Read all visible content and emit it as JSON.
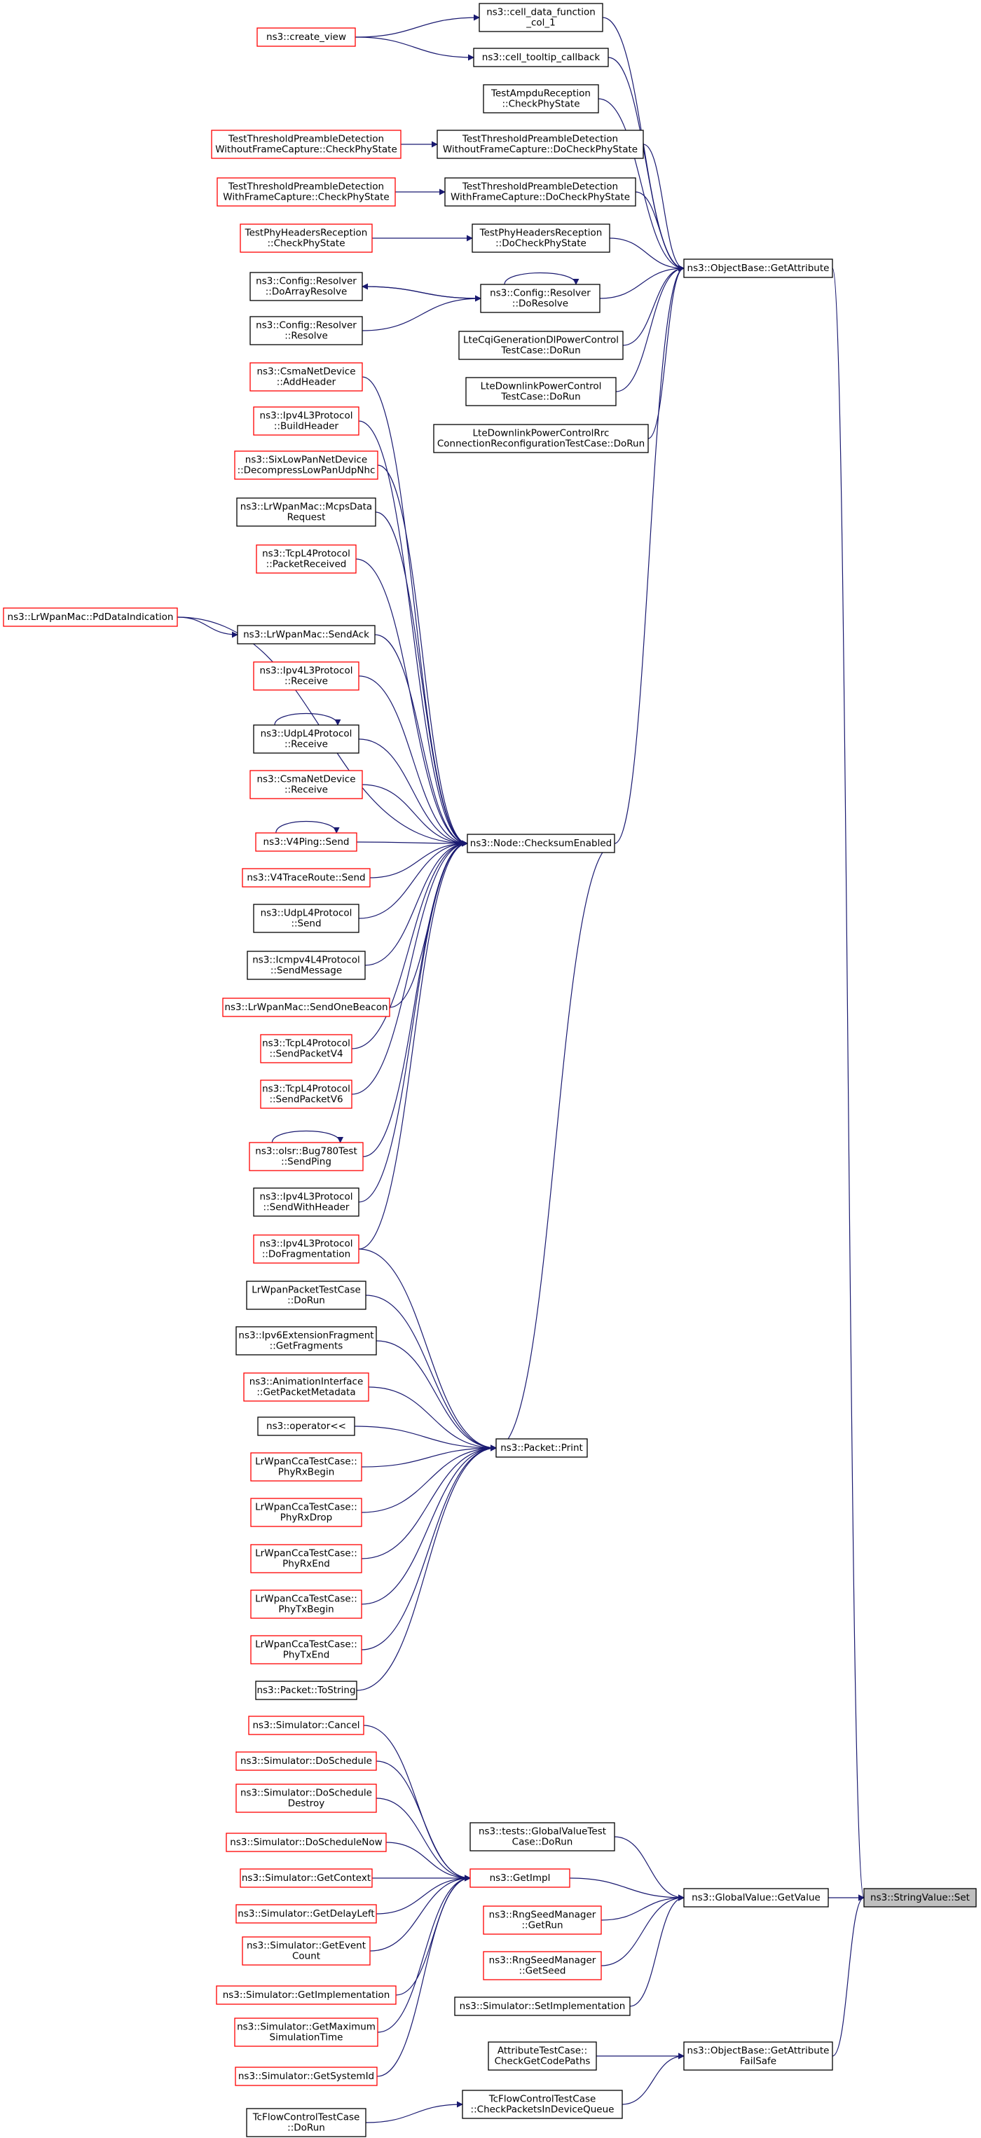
{
  "colors": {
    "edge": "#191970",
    "border": "#000000",
    "border_incomplete": "#ff0000",
    "root_fill": "#bfbfbf"
  },
  "nodes": [
    {
      "id": "stringset",
      "lines": [
        "ns3::StringValue::Set"
      ],
      "style": "root"
    },
    {
      "id": "getattr",
      "lines": [
        "ns3::ObjectBase::GetAttribute"
      ],
      "style": "black"
    },
    {
      "id": "gvgetvalue",
      "lines": [
        "ns3::GlobalValue::GetValue"
      ],
      "style": "black"
    },
    {
      "id": "getattrfs",
      "lines": [
        "ns3::ObjectBase::GetAttribute",
        "FailSafe"
      ],
      "style": "black"
    },
    {
      "id": "celldata",
      "lines": [
        "ns3::cell_data_function",
        "_col_1"
      ],
      "style": "black"
    },
    {
      "id": "celltooltip",
      "lines": [
        "ns3::cell_tooltip_callback"
      ],
      "style": "black"
    },
    {
      "id": "createview",
      "lines": [
        "ns3::create_view"
      ],
      "style": "red"
    },
    {
      "id": "ampdu",
      "lines": [
        "TestAmpduReception",
        "::CheckPhyState"
      ],
      "style": "black"
    },
    {
      "id": "tpdwo_do",
      "lines": [
        "TestThresholdPreambleDetection",
        "WithoutFrameCapture::DoCheckPhyState"
      ],
      "style": "black"
    },
    {
      "id": "tpdwo",
      "lines": [
        "TestThresholdPreambleDetection",
        "WithoutFrameCapture::CheckPhyState"
      ],
      "style": "red"
    },
    {
      "id": "tpdw_do",
      "lines": [
        "TestThresholdPreambleDetection",
        "WithFrameCapture::DoCheckPhyState"
      ],
      "style": "black"
    },
    {
      "id": "tpdw",
      "lines": [
        "TestThresholdPreambleDetection",
        "WithFrameCapture::CheckPhyState"
      ],
      "style": "red"
    },
    {
      "id": "phyhdr_do",
      "lines": [
        "TestPhyHeadersReception",
        "::DoCheckPhyState"
      ],
      "style": "black"
    },
    {
      "id": "phyhdr",
      "lines": [
        "TestPhyHeadersReception",
        "::CheckPhyState"
      ],
      "style": "red"
    },
    {
      "id": "doresolve",
      "lines": [
        "ns3::Config::Resolver",
        "::DoResolve"
      ],
      "style": "black"
    },
    {
      "id": "doarrayresolve",
      "lines": [
        "ns3::Config::Resolver",
        "::DoArrayResolve"
      ],
      "style": "black"
    },
    {
      "id": "resolve",
      "lines": [
        "ns3::Config::Resolver",
        "::Resolve"
      ],
      "style": "black"
    },
    {
      "id": "ltecqi",
      "lines": [
        "LteCqiGenerationDlPowerControl",
        "TestCase::DoRun"
      ],
      "style": "black"
    },
    {
      "id": "ltedl",
      "lines": [
        "LteDownlinkPowerControl",
        "TestCase::DoRun"
      ],
      "style": "black"
    },
    {
      "id": "ltedlrrc",
      "lines": [
        "LteDownlinkPowerControlRrc",
        "ConnectionReconfigurationTestCase::DoRun"
      ],
      "style": "black"
    },
    {
      "id": "checksum",
      "lines": [
        "ns3::Node::ChecksumEnabled"
      ],
      "style": "black"
    },
    {
      "id": "csmaadd",
      "lines": [
        "ns3::CsmaNetDevice",
        "::AddHeader"
      ],
      "style": "red"
    },
    {
      "id": "ipv4build",
      "lines": [
        "ns3::Ipv4L3Protocol",
        "::BuildHeader"
      ],
      "style": "red"
    },
    {
      "id": "sixlow",
      "lines": [
        "ns3::SixLowPanNetDevice",
        "::DecompressLowPanUdpNhc"
      ],
      "style": "red"
    },
    {
      "id": "mcps",
      "lines": [
        "ns3::LrWpanMac::McpsData",
        "Request"
      ],
      "style": "black"
    },
    {
      "id": "tcprecv",
      "lines": [
        "ns3::TcpL4Protocol",
        "::PacketReceived"
      ],
      "style": "red"
    },
    {
      "id": "pdind",
      "lines": [
        "ns3::LrWpanMac::PdDataIndication"
      ],
      "style": "red"
    },
    {
      "id": "sendack",
      "lines": [
        "ns3::LrWpanMac::SendAck"
      ],
      "style": "black"
    },
    {
      "id": "ipv4recv",
      "lines": [
        "ns3::Ipv4L3Protocol",
        "::Receive"
      ],
      "style": "red"
    },
    {
      "id": "udprecv",
      "lines": [
        "ns3::UdpL4Protocol",
        "::Receive"
      ],
      "style": "black"
    },
    {
      "id": "csmarecv",
      "lines": [
        "ns3::CsmaNetDevice",
        "::Receive"
      ],
      "style": "red"
    },
    {
      "id": "v4ping",
      "lines": [
        "ns3::V4Ping::Send"
      ],
      "style": "red"
    },
    {
      "id": "v4trace",
      "lines": [
        "ns3::V4TraceRoute::Send"
      ],
      "style": "red"
    },
    {
      "id": "udpsend",
      "lines": [
        "ns3::UdpL4Protocol",
        "::Send"
      ],
      "style": "black"
    },
    {
      "id": "icmp",
      "lines": [
        "ns3::Icmpv4L4Protocol",
        "::SendMessage"
      ],
      "style": "black"
    },
    {
      "id": "beacon",
      "lines": [
        "ns3::LrWpanMac::SendOneBeacon"
      ],
      "style": "red"
    },
    {
      "id": "tcpv4",
      "lines": [
        "ns3::TcpL4Protocol",
        "::SendPacketV4"
      ],
      "style": "red"
    },
    {
      "id": "tcpv6",
      "lines": [
        "ns3::TcpL4Protocol",
        "::SendPacketV6"
      ],
      "style": "red"
    },
    {
      "id": "olsr",
      "lines": [
        "ns3::olsr::Bug780Test",
        "::SendPing"
      ],
      "style": "red"
    },
    {
      "id": "ipv4sendhdr",
      "lines": [
        "ns3::Ipv4L3Protocol",
        "::SendWithHeader"
      ],
      "style": "black"
    },
    {
      "id": "ipv4frag",
      "lines": [
        "ns3::Ipv4L3Protocol",
        "::DoFragmentation"
      ],
      "style": "red"
    },
    {
      "id": "print",
      "lines": [
        "ns3::Packet::Print"
      ],
      "style": "black"
    },
    {
      "id": "lrwpkt",
      "lines": [
        "LrWpanPacketTestCase",
        "::DoRun"
      ],
      "style": "black"
    },
    {
      "id": "ipv6frag",
      "lines": [
        "ns3::Ipv6ExtensionFragment",
        "::GetFragments"
      ],
      "style": "black"
    },
    {
      "id": "anim",
      "lines": [
        "ns3::AnimationInterface",
        "::GetPacketMetadata"
      ],
      "style": "red"
    },
    {
      "id": "oplt",
      "lines": [
        "ns3::operator<<"
      ],
      "style": "black"
    },
    {
      "id": "cca_rxbegin",
      "lines": [
        "LrWpanCcaTestCase::",
        "PhyRxBegin"
      ],
      "style": "red"
    },
    {
      "id": "cca_rxdrop",
      "lines": [
        "LrWpanCcaTestCase::",
        "PhyRxDrop"
      ],
      "style": "red"
    },
    {
      "id": "cca_rxend",
      "lines": [
        "LrWpanCcaTestCase::",
        "PhyRxEnd"
      ],
      "style": "red"
    },
    {
      "id": "cca_txbegin",
      "lines": [
        "LrWpanCcaTestCase::",
        "PhyTxBegin"
      ],
      "style": "red"
    },
    {
      "id": "cca_txend",
      "lines": [
        "LrWpanCcaTestCase::",
        "PhyTxEnd"
      ],
      "style": "red"
    },
    {
      "id": "tostring",
      "lines": [
        "ns3::Packet::ToString"
      ],
      "style": "black"
    },
    {
      "id": "getimpl",
      "lines": [
        "ns3::GetImpl"
      ],
      "style": "red"
    },
    {
      "id": "simcancel",
      "lines": [
        "ns3::Simulator::Cancel"
      ],
      "style": "red"
    },
    {
      "id": "simdosched",
      "lines": [
        "ns3::Simulator::DoSchedule"
      ],
      "style": "red"
    },
    {
      "id": "simdoschedd",
      "lines": [
        "ns3::Simulator::DoSchedule",
        "Destroy"
      ],
      "style": "red"
    },
    {
      "id": "simdoschednow",
      "lines": [
        "ns3::Simulator::DoScheduleNow"
      ],
      "style": "red"
    },
    {
      "id": "simctx",
      "lines": [
        "ns3::Simulator::GetContext"
      ],
      "style": "red"
    },
    {
      "id": "simdelay",
      "lines": [
        "ns3::Simulator::GetDelayLeft"
      ],
      "style": "red"
    },
    {
      "id": "simevcount",
      "lines": [
        "ns3::Simulator::GetEvent",
        "Count"
      ],
      "style": "red"
    },
    {
      "id": "simimpl",
      "lines": [
        "ns3::Simulator::GetImplementation"
      ],
      "style": "red"
    },
    {
      "id": "simmax",
      "lines": [
        "ns3::Simulator::GetMaximum",
        "SimulationTime"
      ],
      "style": "red"
    },
    {
      "id": "simsysid",
      "lines": [
        "ns3::Simulator::GetSystemId"
      ],
      "style": "red"
    },
    {
      "id": "gvtest",
      "lines": [
        "ns3::tests::GlobalValueTest",
        "Case::DoRun"
      ],
      "style": "black"
    },
    {
      "id": "rngrun",
      "lines": [
        "ns3::RngSeedManager",
        "::GetRun"
      ],
      "style": "red"
    },
    {
      "id": "rngseed",
      "lines": [
        "ns3::RngSeedManager",
        "::GetSeed"
      ],
      "style": "red"
    },
    {
      "id": "simsetimpl",
      "lines": [
        "ns3::Simulator::SetImplementation"
      ],
      "style": "black"
    },
    {
      "id": "attrtest",
      "lines": [
        "AttributeTestCase::",
        "CheckGetCodePaths"
      ],
      "style": "black"
    },
    {
      "id": "tcflow",
      "lines": [
        "TcFlowControlTestCase",
        "::CheckPacketsInDeviceQueue"
      ],
      "style": "black"
    },
    {
      "id": "tcflowrun",
      "lines": [
        "TcFlowControlTestCase",
        "::DoRun"
      ],
      "style": "black"
    }
  ],
  "edges": [
    [
      "getattr",
      "stringset"
    ],
    [
      "gvgetvalue",
      "stringset"
    ],
    [
      "getattrfs",
      "stringset"
    ],
    [
      "celldata",
      "getattr"
    ],
    [
      "celltooltip",
      "getattr"
    ],
    [
      "createview",
      "celldata"
    ],
    [
      "createview",
      "celltooltip"
    ],
    [
      "ampdu",
      "getattr"
    ],
    [
      "tpdwo_do",
      "getattr"
    ],
    [
      "tpdwo",
      "tpdwo_do"
    ],
    [
      "tpdw_do",
      "getattr"
    ],
    [
      "tpdw",
      "tpdw_do"
    ],
    [
      "phyhdr_do",
      "getattr"
    ],
    [
      "phyhdr",
      "phyhdr_do"
    ],
    [
      "doresolve",
      "getattr"
    ],
    [
      "doresolve",
      "doresolve"
    ],
    [
      "doresolve",
      "doarrayresolve"
    ],
    [
      "doarrayresolve",
      "doresolve"
    ],
    [
      "resolve",
      "doresolve"
    ],
    [
      "ltecqi",
      "getattr"
    ],
    [
      "ltedl",
      "getattr"
    ],
    [
      "ltedlrrc",
      "getattr"
    ],
    [
      "checksum",
      "getattr"
    ],
    [
      "csmaadd",
      "checksum"
    ],
    [
      "ipv4build",
      "checksum"
    ],
    [
      "sixlow",
      "checksum"
    ],
    [
      "mcps",
      "checksum"
    ],
    [
      "tcprecv",
      "checksum"
    ],
    [
      "pdind",
      "checksum"
    ],
    [
      "pdind",
      "sendack"
    ],
    [
      "sendack",
      "checksum"
    ],
    [
      "ipv4recv",
      "checksum"
    ],
    [
      "udprecv",
      "checksum"
    ],
    [
      "udprecv",
      "udprecv"
    ],
    [
      "csmarecv",
      "checksum"
    ],
    [
      "v4ping",
      "checksum"
    ],
    [
      "v4ping",
      "v4ping"
    ],
    [
      "v4trace",
      "checksum"
    ],
    [
      "udpsend",
      "checksum"
    ],
    [
      "icmp",
      "checksum"
    ],
    [
      "beacon",
      "checksum"
    ],
    [
      "tcpv4",
      "checksum"
    ],
    [
      "tcpv6",
      "checksum"
    ],
    [
      "olsr",
      "checksum"
    ],
    [
      "olsr",
      "olsr"
    ],
    [
      "ipv4sendhdr",
      "checksum"
    ],
    [
      "ipv4frag",
      "checksum"
    ],
    [
      "print",
      "checksum"
    ],
    [
      "ipv4frag",
      "print"
    ],
    [
      "lrwpkt",
      "print"
    ],
    [
      "ipv6frag",
      "print"
    ],
    [
      "anim",
      "print"
    ],
    [
      "oplt",
      "print"
    ],
    [
      "cca_rxbegin",
      "print"
    ],
    [
      "cca_rxdrop",
      "print"
    ],
    [
      "cca_rxend",
      "print"
    ],
    [
      "cca_txbegin",
      "print"
    ],
    [
      "cca_txend",
      "print"
    ],
    [
      "tostring",
      "print"
    ],
    [
      "getimpl",
      "gvgetvalue"
    ],
    [
      "simcancel",
      "getimpl"
    ],
    [
      "simdosched",
      "getimpl"
    ],
    [
      "simdoschedd",
      "getimpl"
    ],
    [
      "simdoschednow",
      "getimpl"
    ],
    [
      "simctx",
      "getimpl"
    ],
    [
      "simdelay",
      "getimpl"
    ],
    [
      "simevcount",
      "getimpl"
    ],
    [
      "simimpl",
      "getimpl"
    ],
    [
      "simmax",
      "getimpl"
    ],
    [
      "simsysid",
      "getimpl"
    ],
    [
      "gvtest",
      "gvgetvalue"
    ],
    [
      "rngrun",
      "gvgetvalue"
    ],
    [
      "rngseed",
      "gvgetvalue"
    ],
    [
      "simsetimpl",
      "gvgetvalue"
    ],
    [
      "attrtest",
      "getattrfs"
    ],
    [
      "tcflow",
      "getattrfs"
    ],
    [
      "tcflowrun",
      "tcflow"
    ]
  ]
}
